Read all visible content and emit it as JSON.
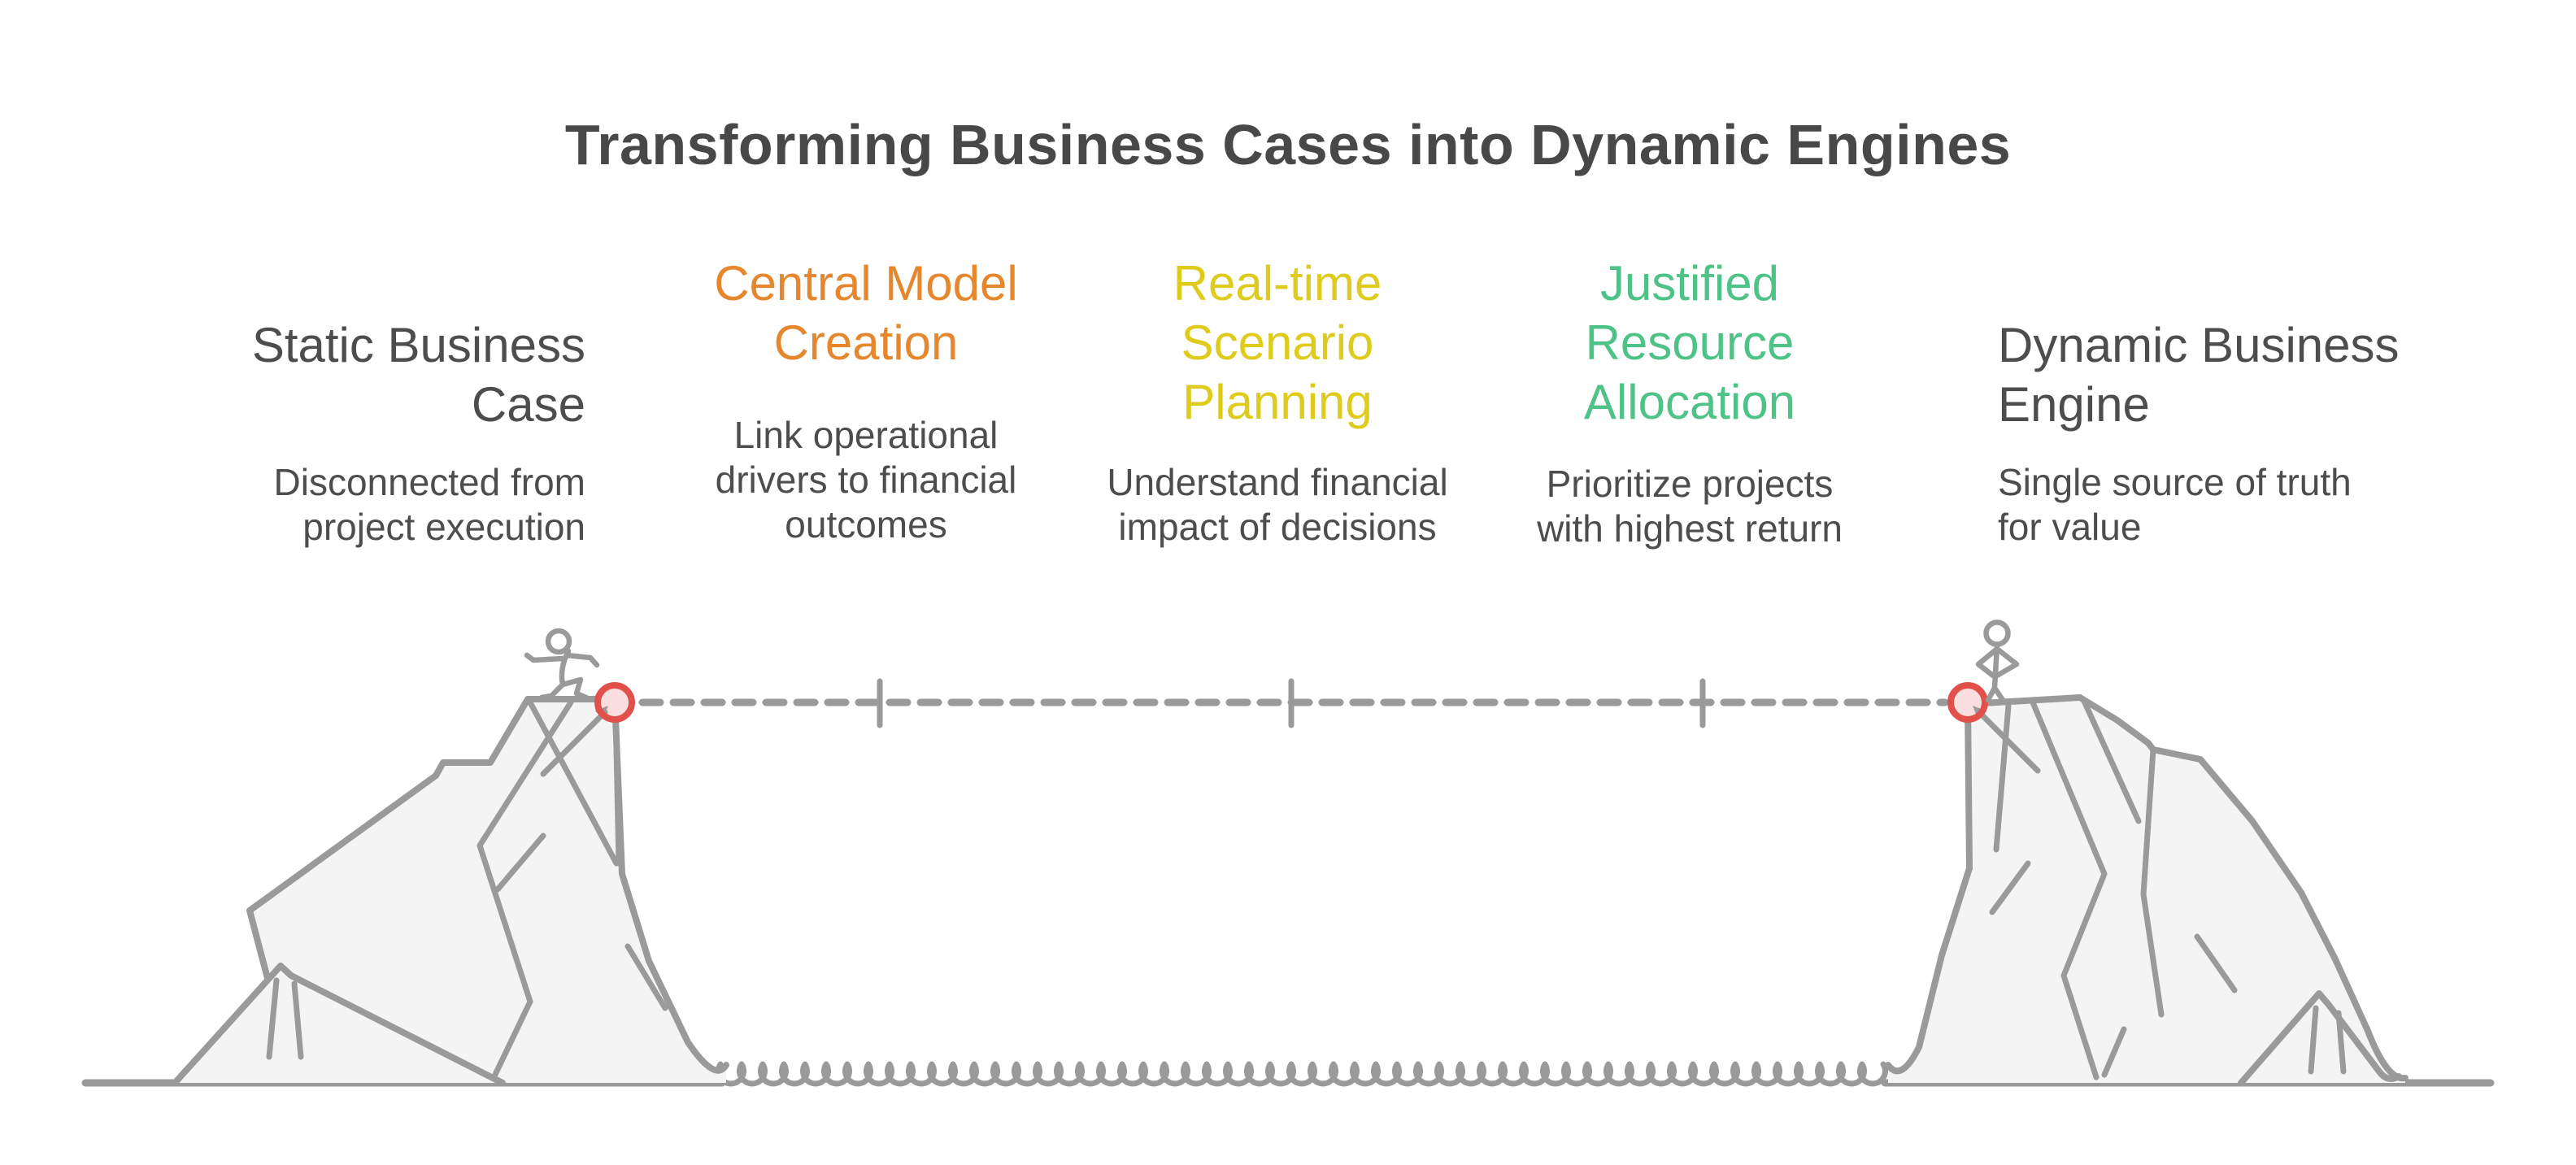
{
  "title": "Transforming Business Cases into Dynamic Engines",
  "steps": [
    {
      "label": "Static Business\nCase",
      "description": "Disconnected from\nproject execution",
      "color": "#4D4D4D"
    },
    {
      "label": "Central Model\nCreation",
      "description": "Link operational\ndrivers to financial\noutcomes",
      "color": "#E6872E"
    },
    {
      "label": "Real-time\nScenario\nPlanning",
      "description": "Understand financial\nimpact of decisions",
      "color": "#DECB1B"
    },
    {
      "label": "Justified\nResource\nAllocation",
      "description": "Prioritize projects\nwith highest return",
      "color": "#4FC287"
    },
    {
      "label": "Dynamic Business\nEngine",
      "description": "Single source of truth\nfor value",
      "color": "#4D4D4D"
    }
  ],
  "illustration": {
    "scene": "two-cliffs-across-a-gap",
    "left_figure": "stick-figure-walking-on-left-cliff",
    "right_figure": "stick-figure-standing-on-right-cliff",
    "left_marker": "red-circle-edge-marker",
    "right_marker": "red-circle-edge-marker",
    "connector": "dashed-gap-line-with-3-ticks",
    "water": "wavy-water-line"
  },
  "colors": {
    "background": "#FFFFFF",
    "title_text": "#484848",
    "body_text": "#4D4D4D",
    "accent_orange": "#E6872E",
    "accent_yellow": "#DECB1B",
    "accent_green": "#4FC287",
    "line_gray": "#9A9A9A",
    "cliff_fill": "#F4F4F4",
    "marker_red": "#E2504C",
    "marker_fill": "#FBDFDE"
  }
}
